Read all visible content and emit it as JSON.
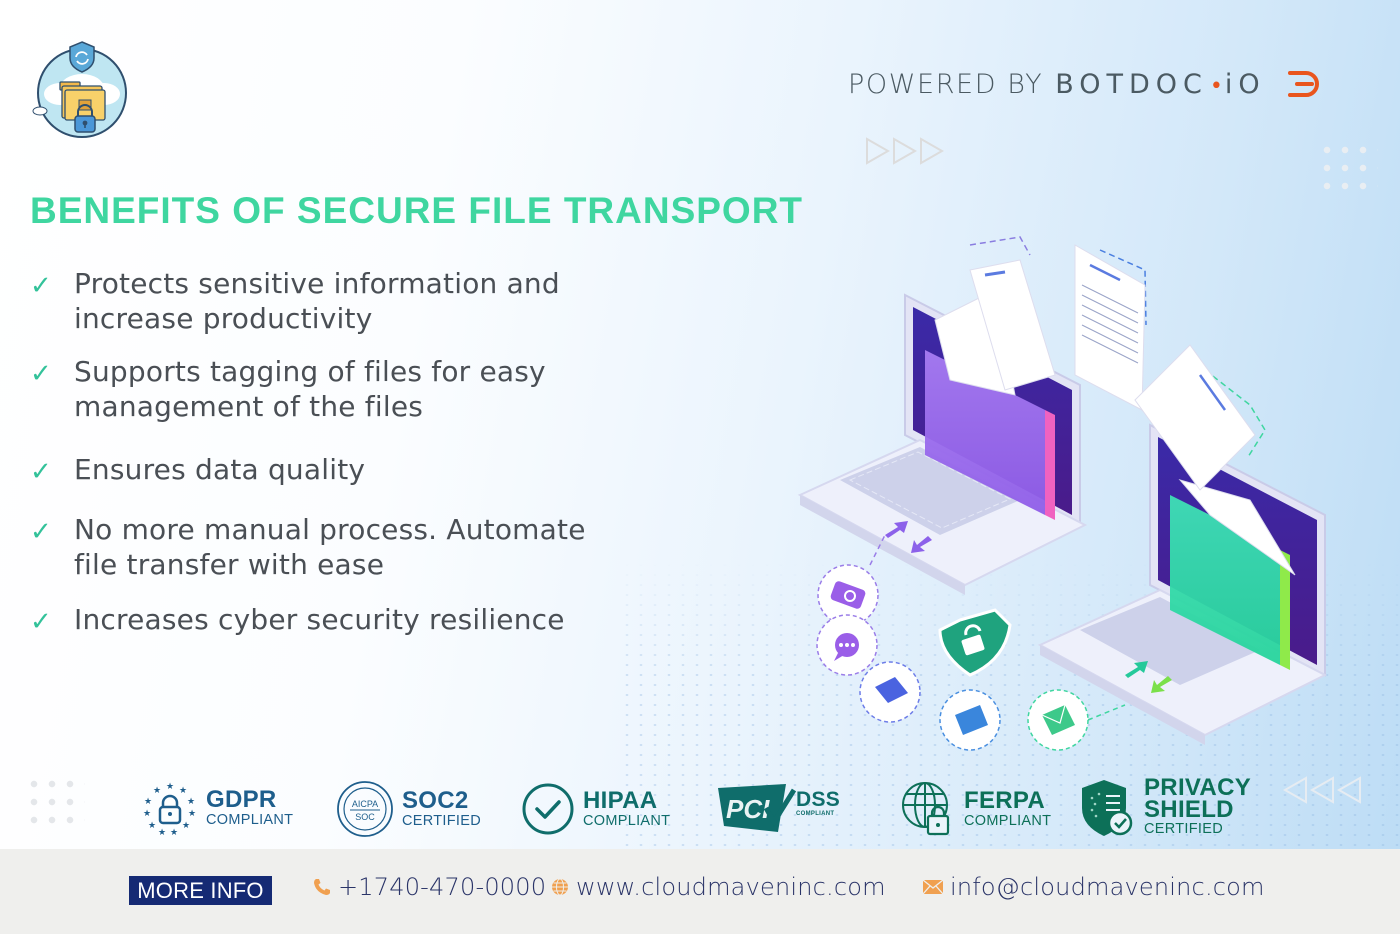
{
  "header": {
    "logo_alt": "secure-file-folder-logo",
    "powered_by_label": "POWERED BY",
    "brand_name": "BOTDOC",
    "brand_dot": "•",
    "brand_suffix": "iO",
    "brand_color": "#e9551e"
  },
  "main": {
    "title": "BENEFITS OF SECURE FILE TRANSPORT",
    "title_color": "#3fd6a0",
    "check_glyph": "✓",
    "benefits": [
      {
        "line1": "Protects sensitive information and",
        "line2": "increase productivity"
      },
      {
        "line1": "Supports tagging of files for easy",
        "line2": "management of the files"
      },
      {
        "line1": "Ensures data quality",
        "line2": ""
      },
      {
        "line1": "No more manual process. Automate",
        "line2": "file transfer with ease"
      },
      {
        "line1": "Increases cyber security resilience",
        "line2": ""
      }
    ]
  },
  "illustration": {
    "description": "Two laptops exchanging files with folders and documents",
    "icons": [
      "camera-icon",
      "chat-icon",
      "book-icon",
      "folder-icon",
      "mail-icon",
      "shield-lock-icon"
    ]
  },
  "badges": [
    {
      "id": "gdpr",
      "main": "GDPR",
      "sub": "COMPLIANT"
    },
    {
      "id": "soc2",
      "main": "SOC2",
      "sub": "CERTIFIED",
      "seal_top": "AICPA",
      "seal_bottom": "SOC"
    },
    {
      "id": "hipaa",
      "main": "HIPAA",
      "sub": "COMPLIANT"
    },
    {
      "id": "pci",
      "logo": "PCI",
      "main": "DSS",
      "sub": "COMPLIANT"
    },
    {
      "id": "ferpa",
      "main": "FERPA",
      "sub": "COMPLIANT"
    },
    {
      "id": "privacy-shield",
      "main1": "PRIVACY",
      "main2": "SHIELD",
      "sub": "CERTIFIED"
    }
  ],
  "footer": {
    "more_info_label": "MORE INFO",
    "phone": "+1740-470-0000",
    "website": "www.cloudmaveninc.com",
    "email": "info@cloudmaveninc.com",
    "accent_color": "#f0a050",
    "button_color": "#152a74"
  }
}
